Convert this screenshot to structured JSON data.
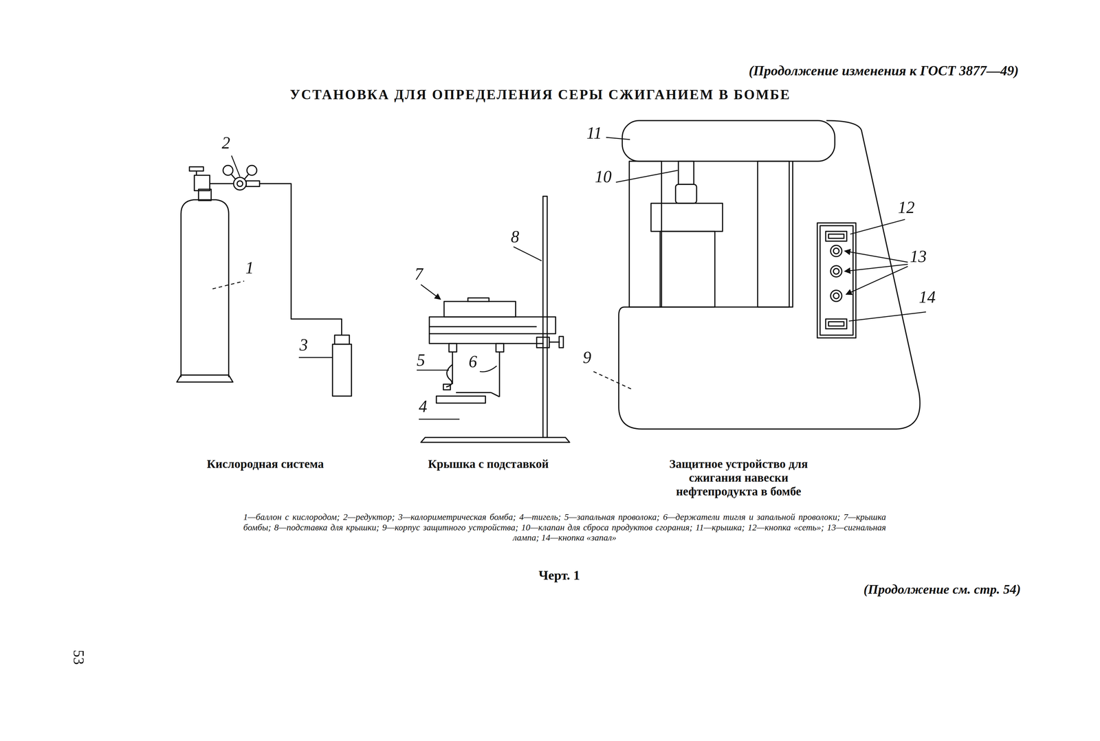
{
  "diagram": {
    "title": "УСТАНОВКА ДЛЯ ОПРЕДЕЛЕНИЯ СЕРЫ СЖИГАНИЕМ В БОМБЕ",
    "caption": "Черт. 1",
    "labels": [
      "(Продолжение изменения к ГОСТ 3877—49)",
      "1",
      "2",
      "3",
      "4",
      "5",
      "6",
      "7",
      "8",
      "9",
      "10",
      "11",
      "12",
      "13",
      "14",
      "Кислородная система",
      "Крышка с подставкой",
      "Защитное устройство для сжигания навески нефтепродукта в бомбе",
      "1—баллон с кислородом; 2—редуктор; 3—калориметрическая бомба; 4—тигель; 5—запальная проволока; 6—держатели тигля и запальной проволоки; 7—крышка бомбы; 8—подставка для крышки; 9—корпус защитного устройства; 10—клапан для сброса продуктов сгорания; 11—крышка; 12—кнопка «сеть»; 13—сигнальная лампа; 14—кнопка «запал»",
      "(Продолжение см. стр. 54)",
      "53"
    ]
  }
}
